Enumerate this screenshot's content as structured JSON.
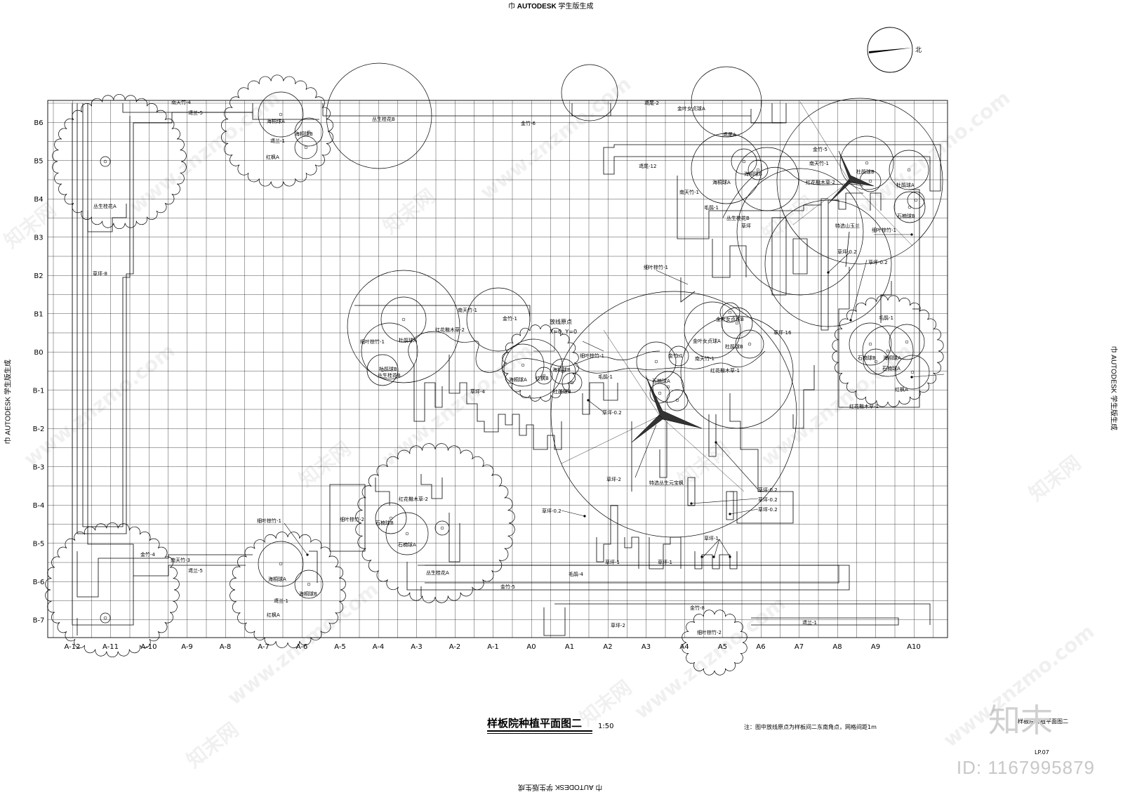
{
  "header": {
    "top_badge": "AUTODESK",
    "top_suffix": "学生版生成",
    "top_logo_glyph": "巾",
    "bottom_text": "巾 AUTODESK 学生版生成",
    "left_text": "巾 AUTODESK 学生版生成",
    "right_text": "巾 AUTODESK 学生版生成"
  },
  "north": {
    "label": "北"
  },
  "grid": {
    "rows": [
      "B6",
      "B5",
      "B4",
      "B3",
      "B2",
      "B1",
      "B0",
      "B-1",
      "B-2",
      "B-3",
      "B-4",
      "B-5",
      "B-6",
      "B-7"
    ],
    "cols": [
      "A-12",
      "A-11",
      "A-10",
      "A-9",
      "A-8",
      "A-7",
      "A-6",
      "A-5",
      "A-4",
      "A-3",
      "A-2",
      "A-1",
      "A0",
      "A1",
      "A2",
      "A3",
      "A4",
      "A5",
      "A6",
      "A7",
      "A8",
      "A9",
      "A10"
    ]
  },
  "origin": {
    "label": "放线原点",
    "coords": "X=0, Y=0"
  },
  "plants": [
    {
      "t": "南天竹-4",
      "c": "tl1"
    },
    {
      "t": "鸢兰-5",
      "c": "tl2"
    },
    {
      "t": "海桐球A",
      "c": "tl3"
    },
    {
      "t": "海桐球B",
      "c": "tl4"
    },
    {
      "t": "鸢兰-1",
      "c": "tl5"
    },
    {
      "t": "红枫A",
      "c": "tl6"
    },
    {
      "t": "丛生桂花A",
      "c": "ul1"
    },
    {
      "t": "草坪-8",
      "c": "ul2"
    },
    {
      "t": "丛生桂花B",
      "c": "t1"
    },
    {
      "t": "金竹-6",
      "c": "t2"
    },
    {
      "t": "鸢尾-2",
      "c": "t3"
    },
    {
      "t": "金叶女贞球A",
      "c": "t4"
    },
    {
      "t": "鸢尾-12",
      "c": "r1"
    },
    {
      "t": "鸢尾A",
      "c": "r2"
    },
    {
      "t": "金竹-5",
      "c": "r3"
    },
    {
      "t": "海桐球A",
      "c": "r4"
    },
    {
      "t": "海桐球B",
      "c": "r5"
    },
    {
      "t": "南天竹-1",
      "c": "r6"
    },
    {
      "t": "红花檵木草-2",
      "c": "r7"
    },
    {
      "t": "杜鹃球B",
      "c": "r8"
    },
    {
      "t": "杜鹃球A",
      "c": "r9"
    },
    {
      "t": "石楠球B",
      "c": "r10"
    },
    {
      "t": "南天竹-1",
      "c": "r11"
    },
    {
      "t": "毛鹃-1",
      "c": "r12"
    },
    {
      "t": "丛生桂花B",
      "c": "r13"
    },
    {
      "t": "草坪",
      "c": "r14"
    },
    {
      "t": "特选山玉兰",
      "c": "r15"
    },
    {
      "t": "细叶棕竹-1",
      "c": "r16"
    },
    {
      "t": "草坪-0.2",
      "c": "r17"
    },
    {
      "t": "草坪-0.2",
      "c": "r18"
    },
    {
      "t": "细叶棕竹-1",
      "c": "m1"
    },
    {
      "t": "金叶女贞球B",
      "c": "m2"
    },
    {
      "t": "金叶女贞球A",
      "c": "m3"
    },
    {
      "t": "杜鹃球B",
      "c": "m4"
    },
    {
      "t": "草坪-16",
      "c": "m5"
    },
    {
      "t": "毛鹃-1",
      "c": "m6"
    },
    {
      "t": "石楠球B",
      "c": "m7"
    },
    {
      "t": "海桐球A",
      "c": "m8"
    },
    {
      "t": "石楠球A",
      "c": "m9"
    },
    {
      "t": "红枫A",
      "c": "m10"
    },
    {
      "t": "红花檵木草-1",
      "c": "m11"
    },
    {
      "t": "南天竹-1",
      "c": "c1"
    },
    {
      "t": "红花檵木草-2",
      "c": "c2"
    },
    {
      "t": "细叶棕竹-1",
      "c": "c3"
    },
    {
      "t": "杜鹃球A",
      "c": "c4"
    },
    {
      "t": "杜鹃球B",
      "c": "c5"
    },
    {
      "t": "丛生桂花B",
      "c": "c6"
    },
    {
      "t": "金竹-1",
      "c": "c7"
    },
    {
      "t": "草坪-4",
      "c": "c8"
    },
    {
      "t": "海桐球A",
      "c": "c9"
    },
    {
      "t": "红枫B",
      "c": "c10"
    },
    {
      "t": "海桐球B",
      "c": "c11"
    },
    {
      "t": "杜鹃球B",
      "c": "c12"
    },
    {
      "t": "细叶棕竹-1",
      "c": "c13"
    },
    {
      "t": "毛鹃-1",
      "c": "c14"
    },
    {
      "t": "金竹-1",
      "c": "c15"
    },
    {
      "t": "南天竹-1",
      "c": "c16"
    },
    {
      "t": "石楠球A",
      "c": "c17"
    },
    {
      "t": "红花檵木草-1",
      "c": "c18"
    },
    {
      "t": "草坪-0.2",
      "c": "c19"
    },
    {
      "t": "草坪-2",
      "c": "c20"
    },
    {
      "t": "特选丛生元宝枫",
      "c": "c21"
    },
    {
      "t": "草坪-0.2",
      "c": "c22"
    },
    {
      "t": "草坪-0.2",
      "c": "c23"
    },
    {
      "t": "草坪-0.2",
      "c": "c24"
    },
    {
      "t": "草坪-0.2",
      "c": "c25"
    },
    {
      "t": "红花檵木草-2",
      "c": "s1"
    },
    {
      "t": "细叶棕竹-2",
      "c": "s2"
    },
    {
      "t": "石楠球B",
      "c": "s3"
    },
    {
      "t": "石楠球A",
      "c": "s4"
    },
    {
      "t": "丛生桂花A",
      "c": "s5"
    },
    {
      "t": "细叶棕竹-1",
      "c": "bl1"
    },
    {
      "t": "金竹-4",
      "c": "bl2"
    },
    {
      "t": "南天竹-3",
      "c": "bl3"
    },
    {
      "t": "鸢兰-5",
      "c": "bl4"
    },
    {
      "t": "海桐球A",
      "c": "bl5"
    },
    {
      "t": "海桐球B",
      "c": "bl6"
    },
    {
      "t": "鸢兰-1",
      "c": "bl7"
    },
    {
      "t": "红枫A",
      "c": "bl8"
    },
    {
      "t": "毛鹃-4",
      "c": "b1"
    },
    {
      "t": "金竹-5",
      "c": "b2"
    },
    {
      "t": "草坪-1",
      "c": "b3"
    },
    {
      "t": "草坪-1",
      "c": "b4"
    },
    {
      "t": "草坪-1",
      "c": "b5"
    },
    {
      "t": "金竹-8",
      "c": "b6"
    },
    {
      "t": "草坪-2",
      "c": "b7"
    },
    {
      "t": "鸢兰-1",
      "c": "b8"
    },
    {
      "t": "细叶棕竹-2",
      "c": "b9"
    }
  ],
  "title": {
    "main": "样板院种植平面图二",
    "scale": "1:50"
  },
  "note": "注：图中放线原点为样板间二东南角点，网格间距1m",
  "sheet_label": "样板院种植平面图二",
  "sheet_no": "LP.07",
  "watermark": {
    "logo": "知末",
    "id": "ID: 1167995879",
    "site": "www.znzmo.com",
    "brand": "知末网"
  }
}
